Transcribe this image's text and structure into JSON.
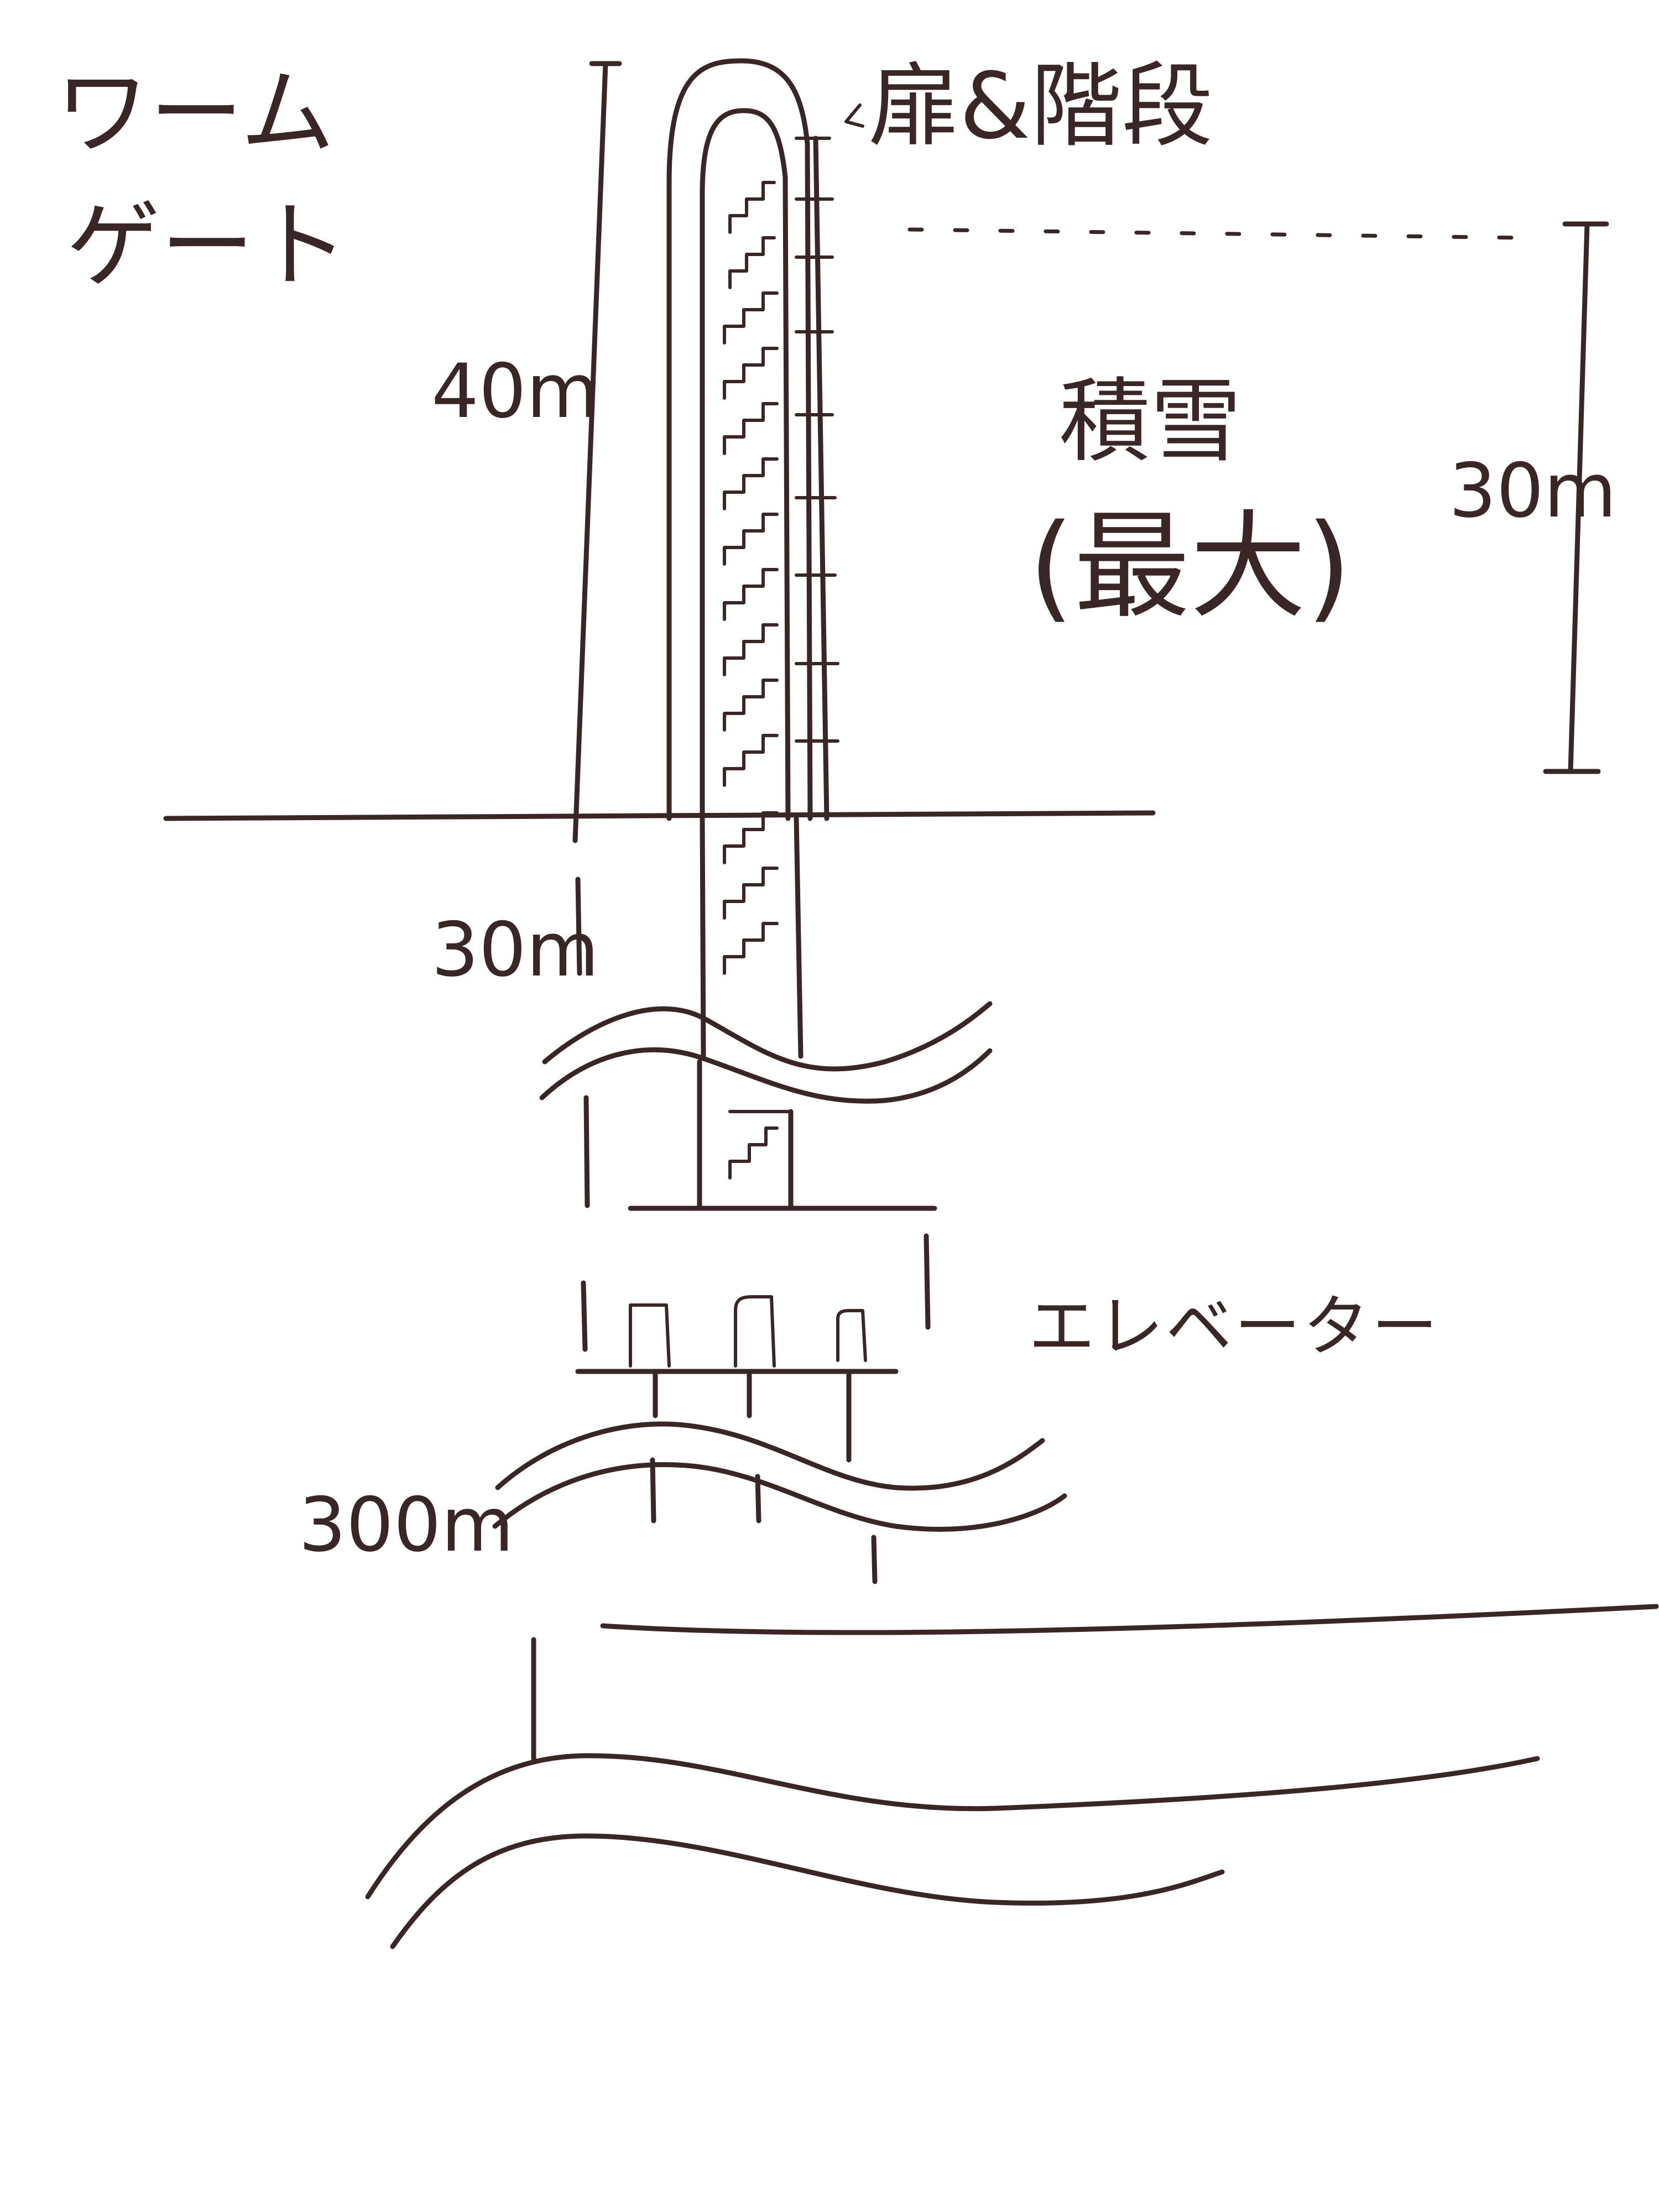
{
  "title": {
    "line1": "ワーム",
    "line2": "ゲート"
  },
  "labels": {
    "door_stairs": "扉&階段",
    "height_above": "40m",
    "depth_below": "30m",
    "snow": "積雪",
    "snow_max": "(最大)",
    "snow_depth": "30m",
    "elevator": "エレベーター",
    "deep": "300m"
  },
  "colors": {
    "ink": "#3a2626",
    "paper": "#ffffff"
  }
}
